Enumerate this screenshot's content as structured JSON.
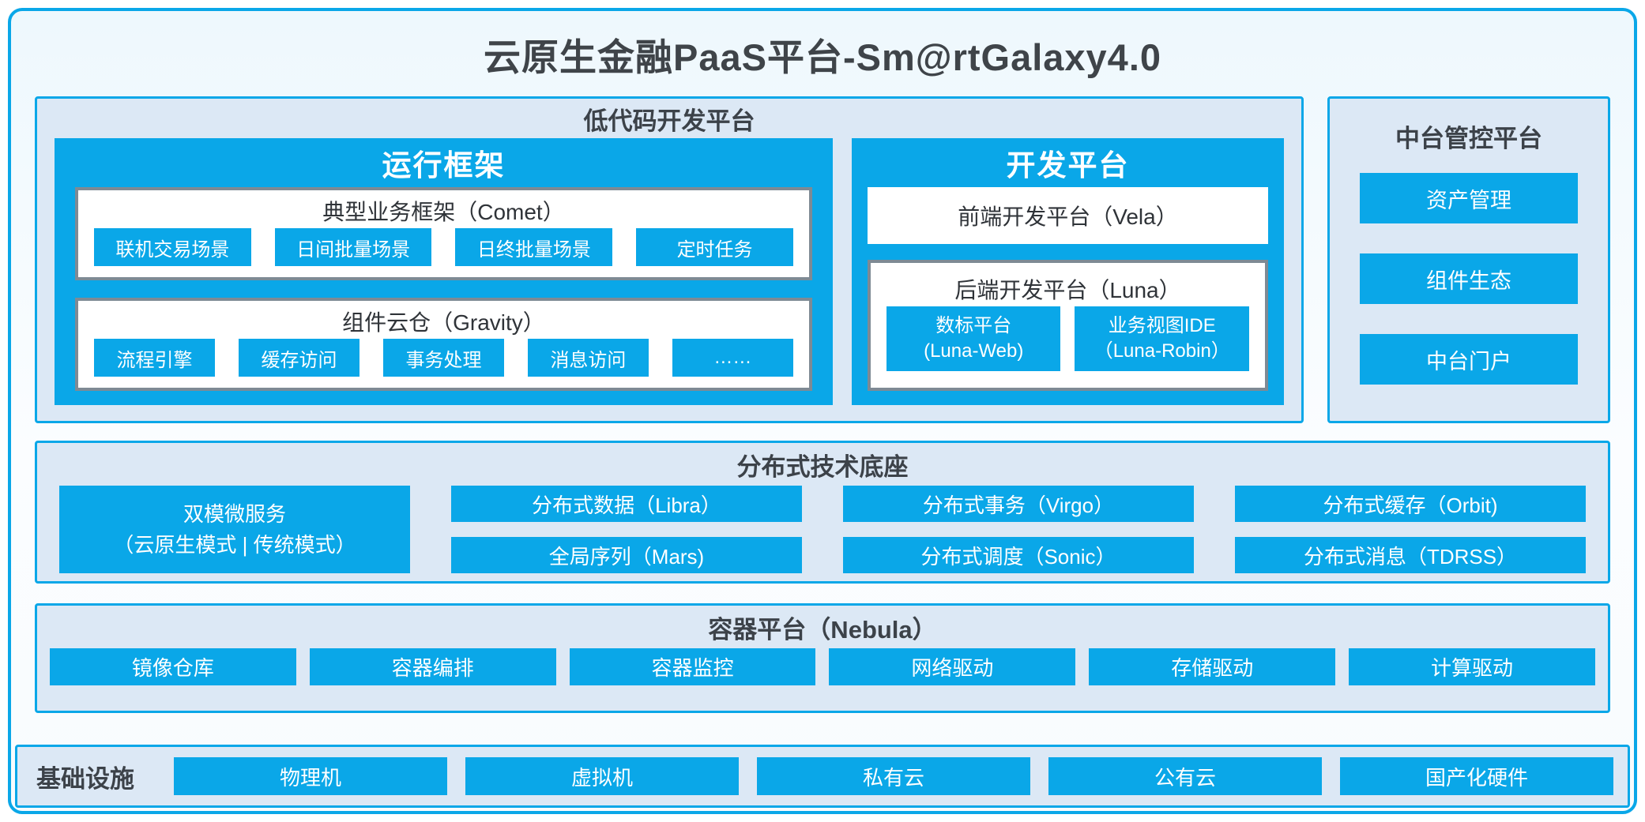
{
  "title": "云原生金融PaaS平台-Sm@rtGalaxy4.0",
  "colors": {
    "primary_blue": "#0aa7e8",
    "section_bg": "#dce8f5",
    "gray_border": "#7e8a94",
    "dark_text": "#3c4249"
  },
  "lowcode": {
    "header": "低代码开发平台",
    "runtime": {
      "title": "运行框架",
      "comet": {
        "title": "典型业务框架（Comet）",
        "items": [
          "联机交易场景",
          "日间批量场景",
          "日终批量场景",
          "定时任务"
        ]
      },
      "gravity": {
        "title": "组件云仓（Gravity）",
        "items": [
          "流程引擎",
          "缓存访问",
          "事务处理",
          "消息访问",
          "……"
        ]
      }
    },
    "dev": {
      "title": "开发平台",
      "vela": "前端开发平台（Vela）",
      "luna": {
        "title": "后端开发平台（Luna）",
        "items": [
          {
            "line1": "数标平台",
            "line2": "(Luna-Web)"
          },
          {
            "line1": "业务视图IDE",
            "line2": "（Luna-Robin）"
          }
        ]
      }
    }
  },
  "midplatform": {
    "header": "中台管控平台",
    "items": [
      "资产管理",
      "组件生态",
      "中台门户"
    ]
  },
  "distributed": {
    "header": "分布式技术底座",
    "dual": {
      "line1": "双模微服务",
      "line2": "（云原生模式 | 传统模式）"
    },
    "columns": [
      [
        "分布式数据（Libra）",
        "全局序列（Mars)"
      ],
      [
        "分布式事务（Virgo）",
        "分布式调度（Sonic）"
      ],
      [
        "分布式缓存（Orbit)",
        "分布式消息（TDRSS）"
      ]
    ]
  },
  "container": {
    "header": "容器平台（Nebula）",
    "items": [
      "镜像仓库",
      "容器编排",
      "容器监控",
      "网络驱动",
      "存储驱动",
      "计算驱动"
    ]
  },
  "infra": {
    "label": "基础设施",
    "items": [
      "物理机",
      "虚拟机",
      "私有云",
      "公有云",
      "国产化硬件"
    ]
  }
}
